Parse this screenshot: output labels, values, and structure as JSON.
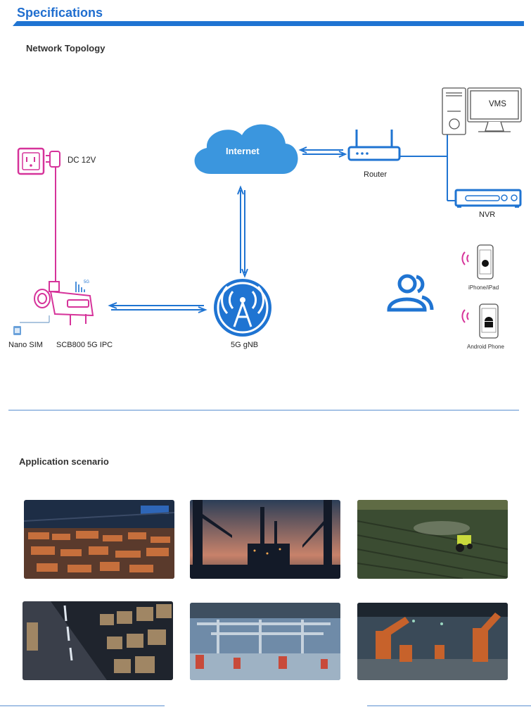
{
  "header": {
    "title": "Specifications"
  },
  "topology": {
    "heading": "Network Topology",
    "labels": {
      "internet": "Internet",
      "router": "Router",
      "vms": "VMS",
      "nvr": "NVR",
      "dc": "DC 12V",
      "nano_sim": "Nano SIM",
      "camera": "SCB800 5G IPC",
      "gnb": "5G gNB",
      "signal_5g": "5G",
      "iphone": "iPhone/iPad",
      "android": "Android Phone"
    },
    "colors": {
      "accent": "#1f74d2",
      "pink": "#d6339a",
      "cloud": "#3b96de"
    }
  },
  "applications": {
    "heading": "Application scenario",
    "photos": [
      {
        "subject": "container-port",
        "palette": [
          "#1d2d45",
          "#c66f3c",
          "#8a4a2a"
        ]
      },
      {
        "subject": "offshore-oil-rig",
        "palette": [
          "#2c3e57",
          "#c8826a",
          "#131a28"
        ]
      },
      {
        "subject": "tractor-field",
        "palette": [
          "#3b4c32",
          "#5f6b44",
          "#2a3624"
        ]
      },
      {
        "subject": "warehouse-shelves",
        "palette": [
          "#3a3f4a",
          "#a08664",
          "#1f242d"
        ]
      },
      {
        "subject": "factory-lines",
        "palette": [
          "#6f8ba8",
          "#c6d2dd",
          "#3e4f60"
        ]
      },
      {
        "subject": "robot-arms",
        "palette": [
          "#3a4a58",
          "#c7622b",
          "#1d262f"
        ]
      }
    ]
  }
}
